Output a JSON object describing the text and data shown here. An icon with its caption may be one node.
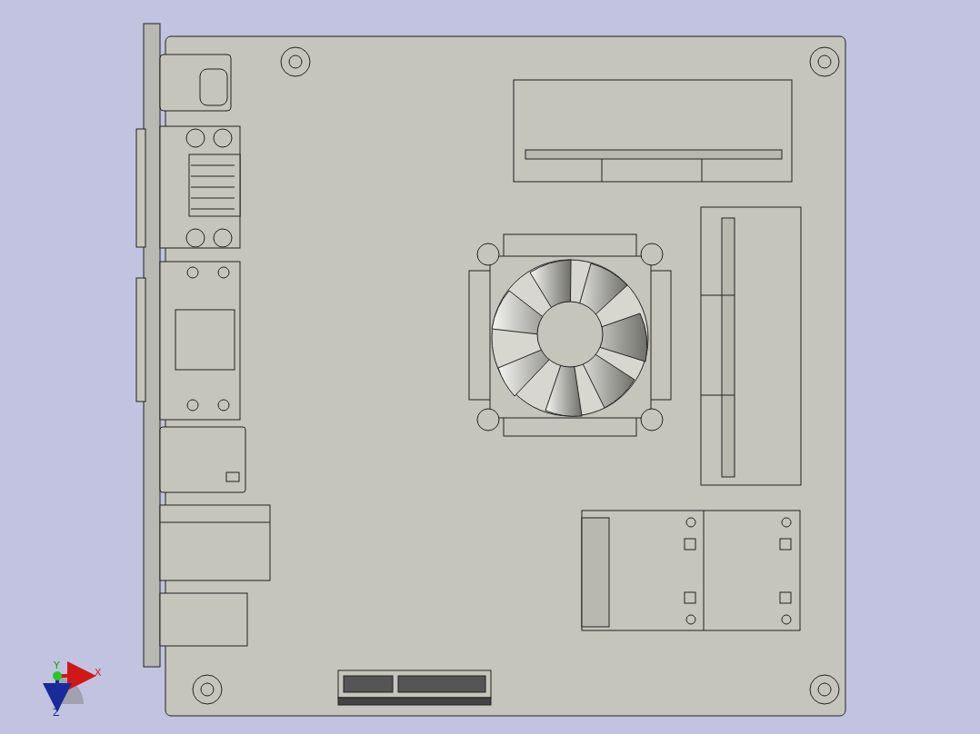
{
  "diagram": {
    "labels": [
      "Y",
      "X",
      "Z"
    ]
  }
}
